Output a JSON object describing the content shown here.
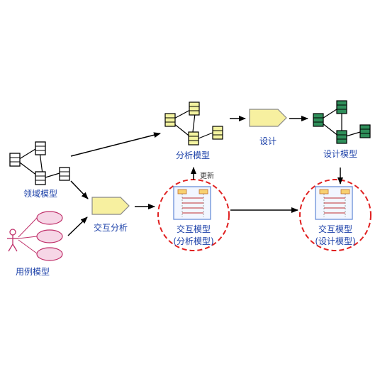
{
  "labels": {
    "domain_model": "领域模型",
    "usecase_model": "用例模型",
    "interaction_analysis": "交互分析",
    "analysis_model": "分析模型",
    "design": "设计",
    "design_model": "设计模型",
    "update": "更新",
    "interaction_model_a_line1": "交互模型",
    "interaction_model_a_line2": "(分析模型)",
    "interaction_model_b_line1": "交互模型",
    "interaction_model_b_line2": "(设计模型)"
  },
  "colors": {
    "label_text": "#1a3fa8",
    "analysis_fill": "#f3f3a0",
    "design_fill": "#2f8f5a",
    "process_fill": "#f7f0a0",
    "usecase_fill": "#f6d6e6",
    "usecase_stroke": "#c0306a",
    "dashed_circle": "#e02020",
    "domain_fill": "#ffffff",
    "seq_box_fill": "#f2f6ff",
    "seq_box_stroke": "#6a8fd8"
  },
  "icons": {
    "actor": "actor-icon",
    "process": "pentagon-process-icon",
    "class_node": "class-box-icon",
    "sequence": "sequence-diagram-icon"
  }
}
